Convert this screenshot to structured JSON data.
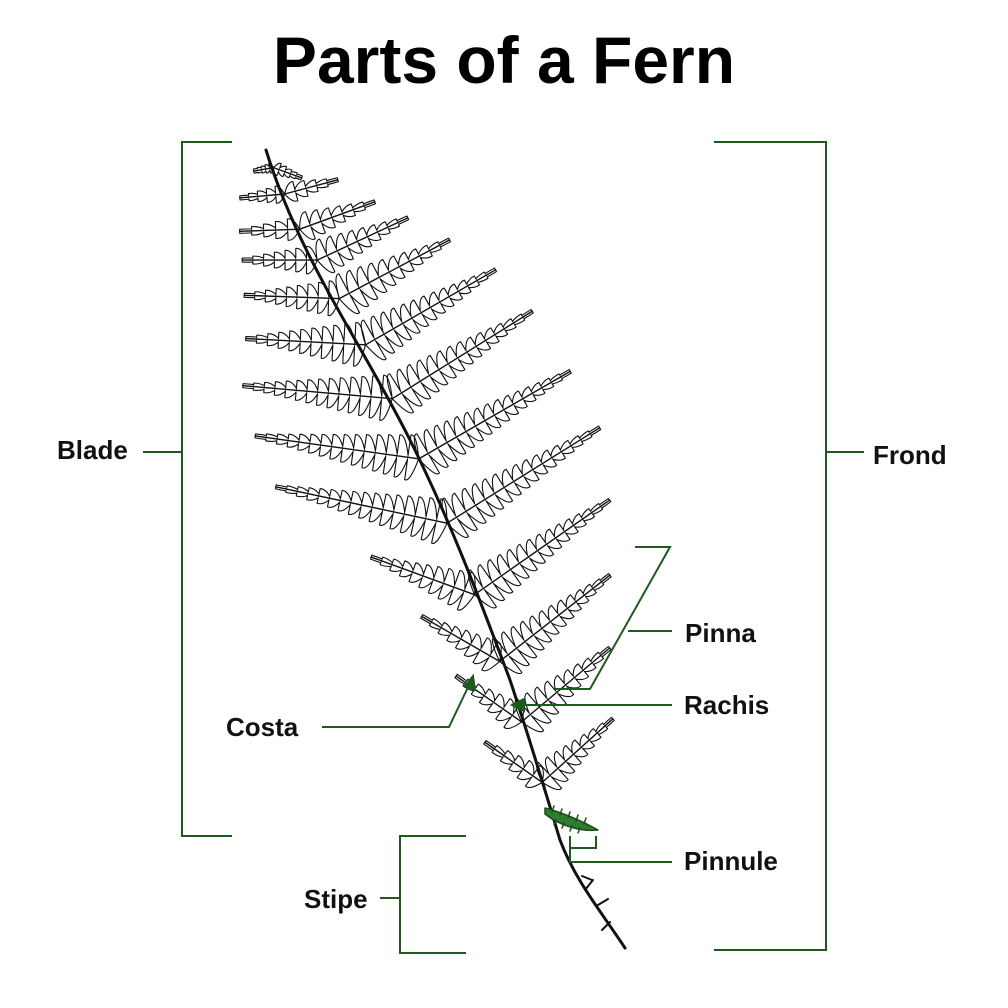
{
  "title": "Parts of a Fern",
  "labels": {
    "blade": "Blade",
    "frond": "Frond",
    "pinna": "Pinna",
    "rachis": "Rachis",
    "costa": "Costa",
    "stipe": "Stipe",
    "pinnule": "Pinnule"
  },
  "colors": {
    "callout_line": "#1e5a1e",
    "highlight_pinnule": "#2e7d32",
    "drawing_ink": "#111111",
    "background": "#ffffff"
  }
}
